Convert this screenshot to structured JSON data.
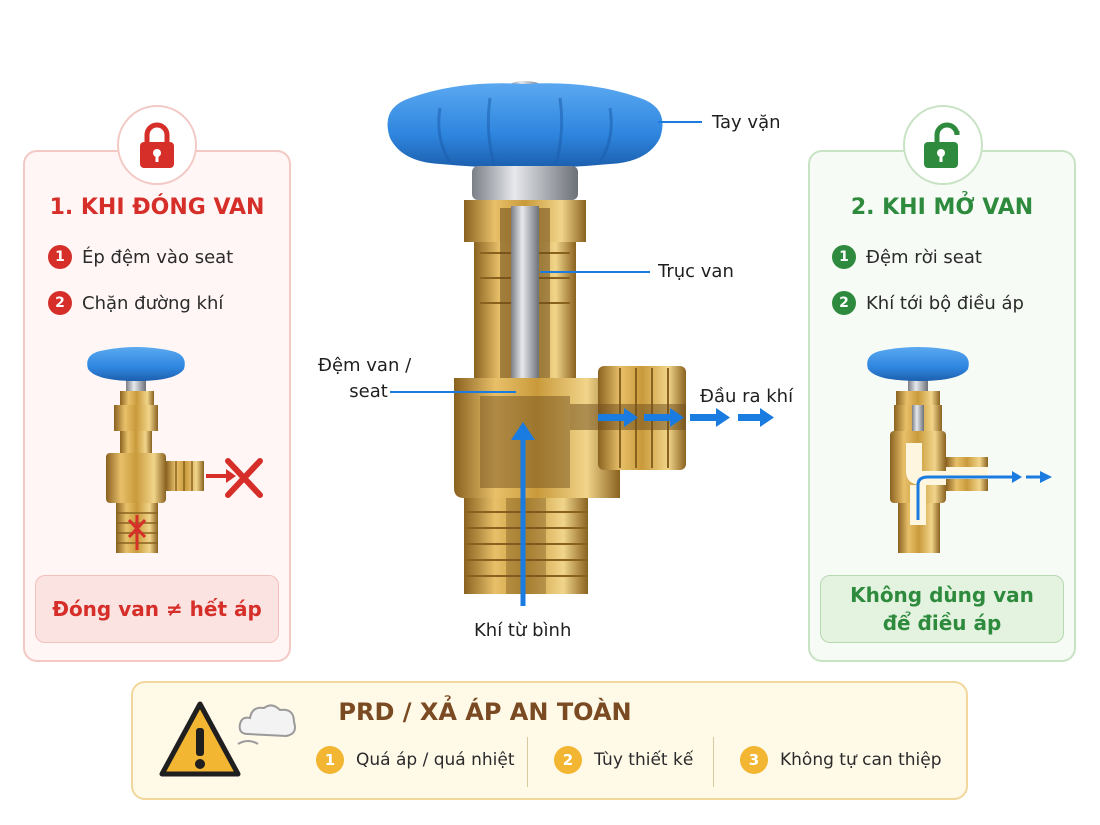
{
  "colors": {
    "red": "#d62f2a",
    "green": "#2e8b3d",
    "blue": "#1a7be0",
    "brass": "#c99a3b",
    "knob": "#2f86df",
    "amber": "#f2b632",
    "prd_text": "#7a4a22"
  },
  "labels": {
    "handle": "Tay vặn",
    "stem": "Trục van",
    "seat_line1": "Đệm van /",
    "seat_line2": "seat",
    "outlet": "Đầu ra khí",
    "inlet": "Khí từ bình"
  },
  "closed": {
    "icon": "lock-icon",
    "title": "1. KHI ĐÓNG VAN",
    "steps": [
      {
        "num": "1",
        "text": "Ép đệm vào seat"
      },
      {
        "num": "2",
        "text": "Chặn đường khí"
      }
    ],
    "note": "Đóng van ≠ hết áp"
  },
  "open": {
    "icon": "unlock-icon",
    "title": "2. KHI MỞ VAN",
    "steps": [
      {
        "num": "1",
        "text": "Đệm rời seat"
      },
      {
        "num": "2",
        "text": "Khí tới bộ điều áp"
      }
    ],
    "note_line1": "Không dùng van",
    "note_line2": "để điều áp"
  },
  "prd": {
    "icon": "warning-icon",
    "cloud_icon": "gas-cloud-icon",
    "title": "PRD / XẢ ÁP AN TOÀN",
    "items": [
      {
        "num": "1",
        "text": "Quá áp / quá nhiệt"
      },
      {
        "num": "2",
        "text": "Tùy thiết kế"
      },
      {
        "num": "3",
        "text": "Không tự can thiệp"
      }
    ]
  }
}
